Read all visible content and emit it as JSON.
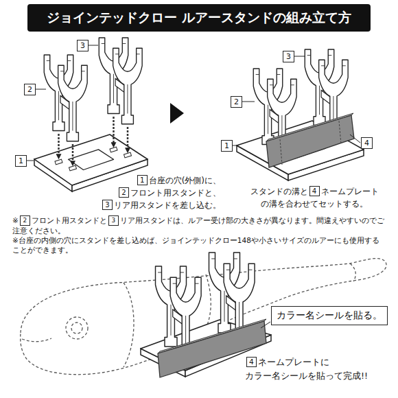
{
  "diagram": {
    "title": "ジョインテッドクロー ルアースタンドの組み立て方",
    "nodes": [
      {
        "text": [
          "カラー名シールを貼る。"
        ]
      }
    ],
    "labels": [
      "3",
      "2",
      "1",
      "3",
      "2",
      "1",
      "4",
      "1",
      "台座の穴(外側)に、",
      "2",
      "フロント用スタンドと、",
      "3",
      "リア用スタンドを差し込む。",
      "スタンドの溝と",
      "4",
      "ネームプレート",
      "の溝を合わせてセットする。",
      "※",
      "2",
      "フロント用スタンドと",
      "3",
      "リア用スタンドは、ルアー受け部の大きさが異なります。間違えやすいのでご注意ください。",
      "※台座の内側の穴にスタンドを差し込めば、ジョインテッドクロー148や小さいサイズのルアーにも使用することができます。",
      "4",
      "ネームプレートに",
      "カラー名シールを貼って完成!!"
    ]
  }
}
